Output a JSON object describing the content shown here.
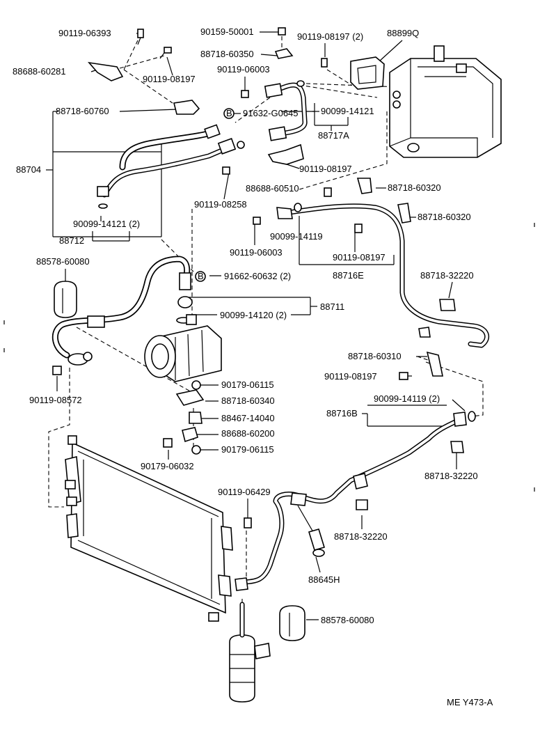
{
  "labels": {
    "p_9011906393": "90119-06393",
    "p_8868860281": "88688-60281",
    "p_9011908197a": "90119-08197",
    "p_9015950001": "90159-50001",
    "p_8871860350": "88718-60350",
    "p_9011908197_2": "90119-08197 (2)",
    "p_88899Q": "88899Q",
    "p_9011906003a": "90119-06003",
    "p_8871860760": "88718-60760",
    "p_91632G0645": "91632-G0645",
    "p_9009914121": "90099-14121",
    "p_88717A": "88717A",
    "p_88704": "88704",
    "p_9011908197b": "90119-08197",
    "p_8868860510": "88688-60510",
    "p_9011908258": "90119-08258",
    "p_8871860320a": "88718-60320",
    "p_8871860320b": "88718-60320",
    "p_9009914121_2": "90099-14121 (2)",
    "p_88712": "88712",
    "p_9009914119": "90099-14119",
    "p_9011906003b": "90119-06003",
    "p_9011908197c": "90119-08197",
    "p_88716E": "88716E",
    "p_8857860080a": "88578-60080",
    "p_9166260632": "91662-60632 (2)",
    "p_8871832220a": "88718-32220",
    "p_88711": "88711",
    "p_9009914120": "90099-14120 (2)",
    "p_8871860310": "88718-60310",
    "p_9011908197d": "90119-08197",
    "p_9017906115a": "90179-06115",
    "p_9011908572": "90119-08572",
    "p_8871860340": "88718-60340",
    "p_9009914119_2": "90099-14119 (2)",
    "p_88716B": "88716B",
    "p_8846714040": "88467-14040",
    "p_8868860200": "88688-60200",
    "p_9017906115b": "90179-06115",
    "p_9017906032": "90179-06032",
    "p_8871832220b": "88718-32220",
    "p_9011906429": "90119-06429",
    "p_8871832220c": "88718-32220",
    "p_88645H": "88645H",
    "p_8857860080b": "88578-60080",
    "footer": "ME  Y473-A"
  },
  "callouts": {
    "b_symbol": "B"
  }
}
